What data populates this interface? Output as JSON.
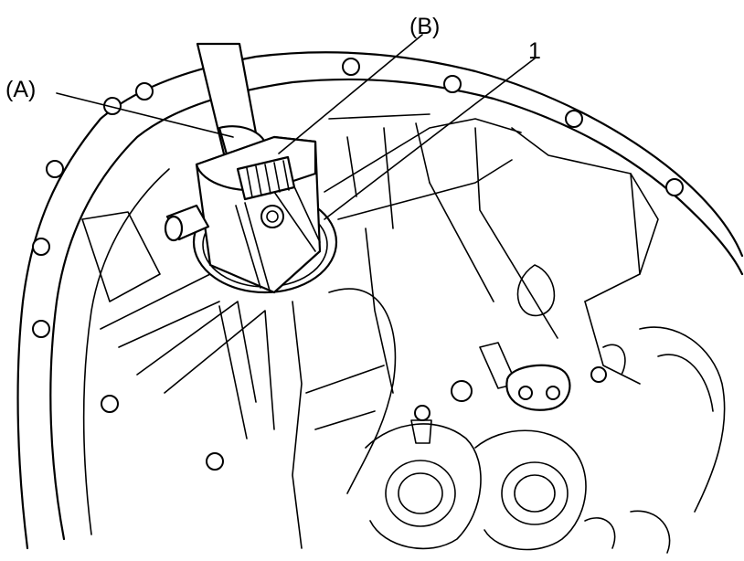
{
  "labels": {
    "a": "(A)",
    "b": "(B)",
    "one": "1"
  },
  "colors": {
    "ink": "#000000",
    "paper": "#ffffff"
  }
}
